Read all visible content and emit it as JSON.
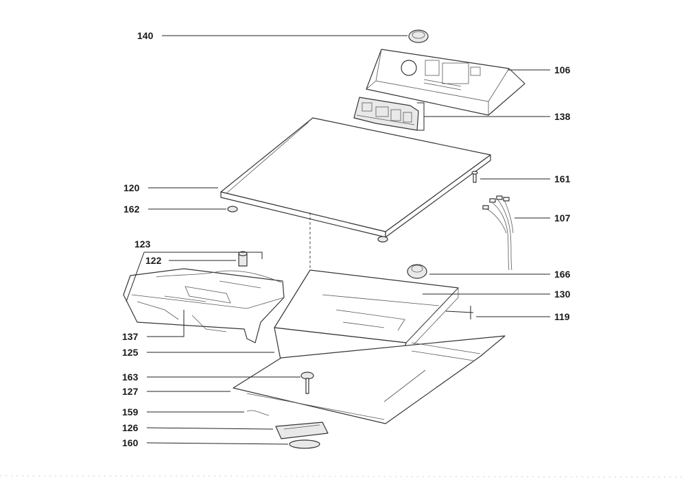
{
  "callouts": {
    "c140": "140",
    "c106": "106",
    "c138": "138",
    "c161": "161",
    "c120": "120",
    "c162": "162",
    "c107": "107",
    "c123": "123",
    "c122": "122",
    "c166": "166",
    "c130": "130",
    "c119": "119",
    "c137": "137",
    "c125": "125",
    "c163": "163",
    "c127": "127",
    "c159": "159",
    "c126": "126",
    "c160": "160"
  }
}
